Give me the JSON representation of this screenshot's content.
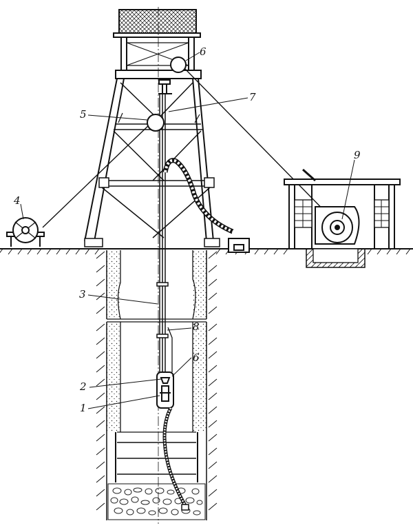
{
  "diagram": {
    "labels": {
      "pump_unit": "1",
      "check_valve": "2",
      "pump_column": "3",
      "winch": "4",
      "block_upper_pulley": "5",
      "crown_pulley": "6",
      "derrick": "7",
      "clamp": "8",
      "cable_drum": "9",
      "cable": "6"
    },
    "colors": {
      "line": "#111111",
      "background": "#ffffff",
      "gravel": "#333333"
    }
  }
}
